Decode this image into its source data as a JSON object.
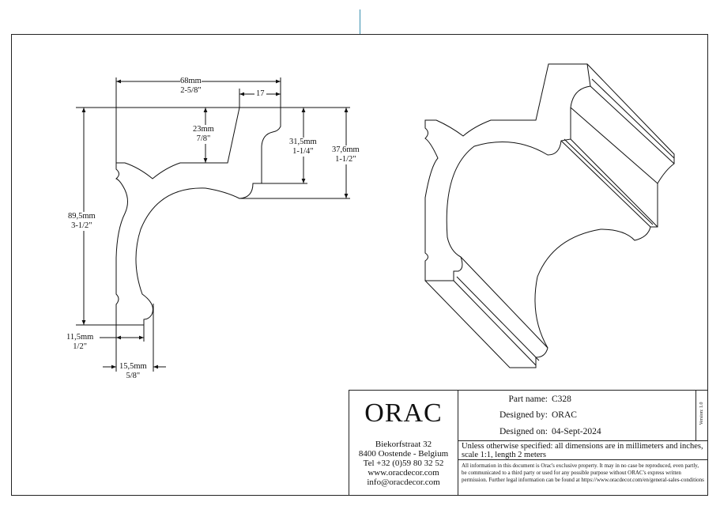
{
  "dimensions": {
    "width_total": {
      "mm": "68mm",
      "in": "2-5/8\""
    },
    "top_flat": {
      "mm": "17"
    },
    "top_depth": {
      "mm": "23mm",
      "in": "7/8\""
    },
    "right_step": {
      "mm": "31,5mm",
      "in": "1-1/4\""
    },
    "right_height": {
      "mm": "37,6mm",
      "in": "1-1/2\""
    },
    "height_total": {
      "mm": "89,5mm",
      "in": "3-1/2\""
    },
    "bottom_step": {
      "mm": "11,5mm",
      "in": "1/2\""
    },
    "bottom_width": {
      "mm": "15,5mm",
      "in": "5/8\""
    }
  },
  "title_block": {
    "logo": "ORAC",
    "address": [
      "Biekorfstraat 32",
      "8400 Oostende - Belgium",
      "Tel   +32 (0)59 80 32 52",
      "www.oracdecor.com",
      "info@oracdecor.com"
    ],
    "part_name_label": "Part name:",
    "part_name": "C328",
    "designed_by_label": "Designed by:",
    "designed_by": "ORAC",
    "designed_on_label": "Designed on:",
    "designed_on": "04-Sept-2024",
    "version": "Version: 1.0",
    "note": "Unless otherwise specified: all dimensions are in millimeters and inches, scale 1:1, length 2 meters",
    "legal": "All information in this document is Orac's exclusive property.  It may in no case be reproduced, even partly, be communicated to a third party or used for any possible purpose without ORAC's express written permission. Further legal information can be found at https://www.oracdecor.com/en/general-sales-conditions"
  }
}
